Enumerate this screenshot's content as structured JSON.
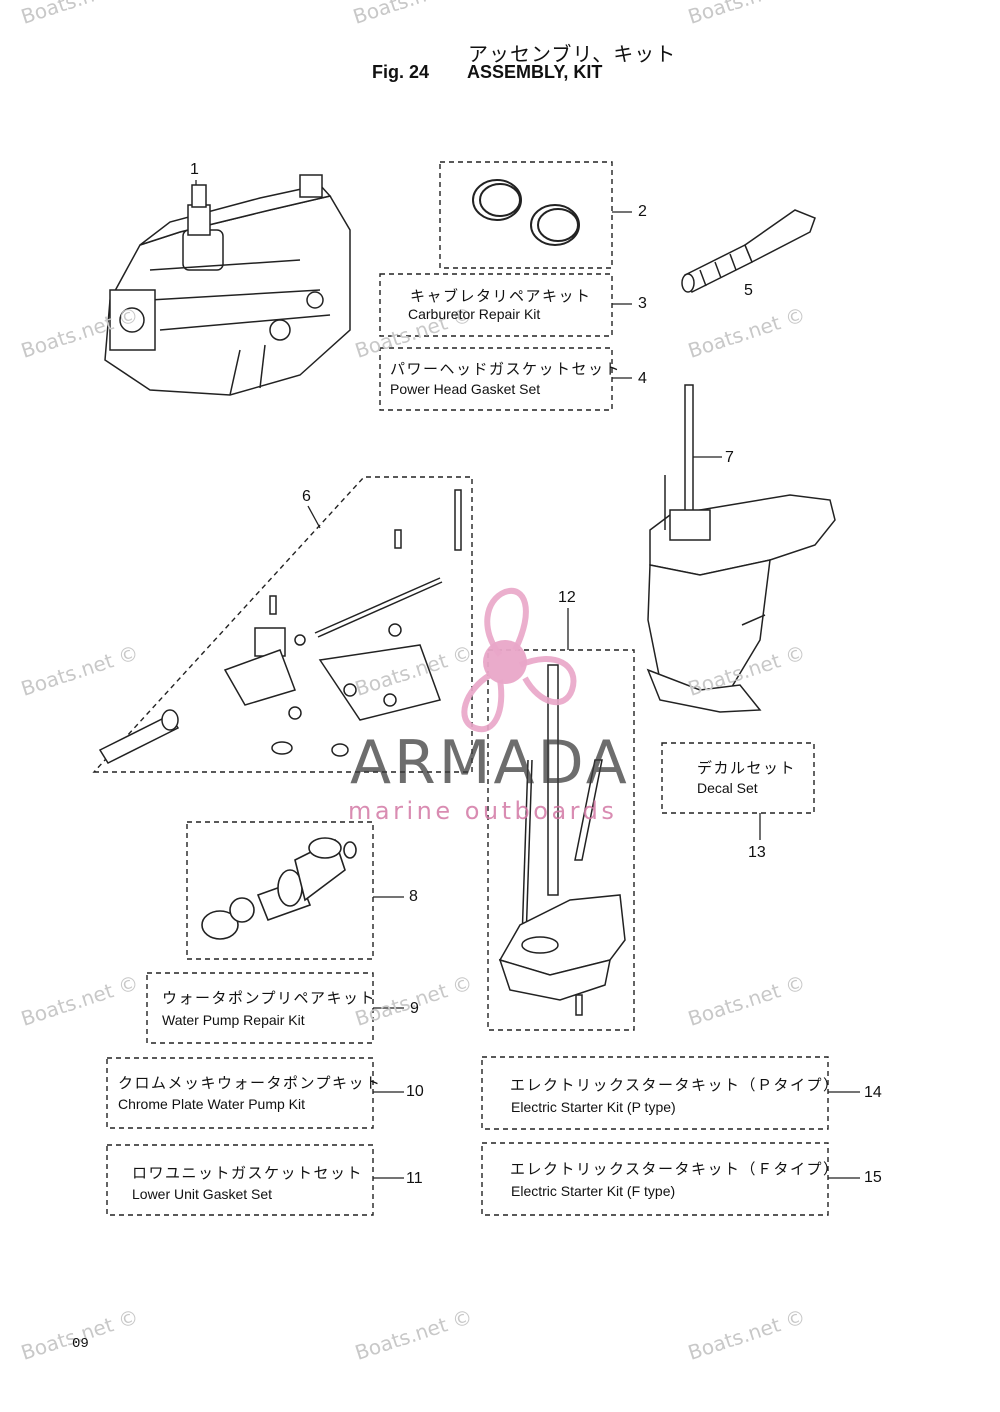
{
  "header": {
    "title_ja": "アッセンブリ、キット",
    "fig_label": "Fig. 24",
    "title_en": "ASSEMBLY, KIT"
  },
  "watermark": "Boats.net ©",
  "brand": {
    "name": "ARMADA",
    "tagline": "marine outboards",
    "accent_color": "#e9a6c8"
  },
  "parts": [
    {
      "no": "1"
    },
    {
      "no": "2"
    },
    {
      "no": "3",
      "name_ja": "キャブレタリペアキット",
      "name_en": "Carburetor Repair Kit"
    },
    {
      "no": "4",
      "name_ja": "パワーヘッドガスケットセット",
      "name_en": "Power Head Gasket Set"
    },
    {
      "no": "5"
    },
    {
      "no": "6"
    },
    {
      "no": "7"
    },
    {
      "no": "8"
    },
    {
      "no": "9",
      "name_ja": "ウォータポンプリペアキット",
      "name_en": "Water Pump Repair Kit"
    },
    {
      "no": "10",
      "name_ja": "クロムメッキウォータポンプキット",
      "name_en": "Chrome Plate Water Pump Kit"
    },
    {
      "no": "11",
      "name_ja": "ロワユニットガスケットセット",
      "name_en": "Lower Unit Gasket Set"
    },
    {
      "no": "12"
    },
    {
      "no": "13",
      "name_ja": "デカルセット",
      "name_en": "Decal Set"
    },
    {
      "no": "14",
      "name_ja": "エレクトリックスタータキット（Ｐタイプ）",
      "name_en": "Electric Starter Kit (P type)"
    },
    {
      "no": "15",
      "name_ja": "エレクトリックスタータキット（Ｆタイプ）",
      "name_en": "Electric Starter Kit (F type)"
    }
  ],
  "page_number": "09"
}
